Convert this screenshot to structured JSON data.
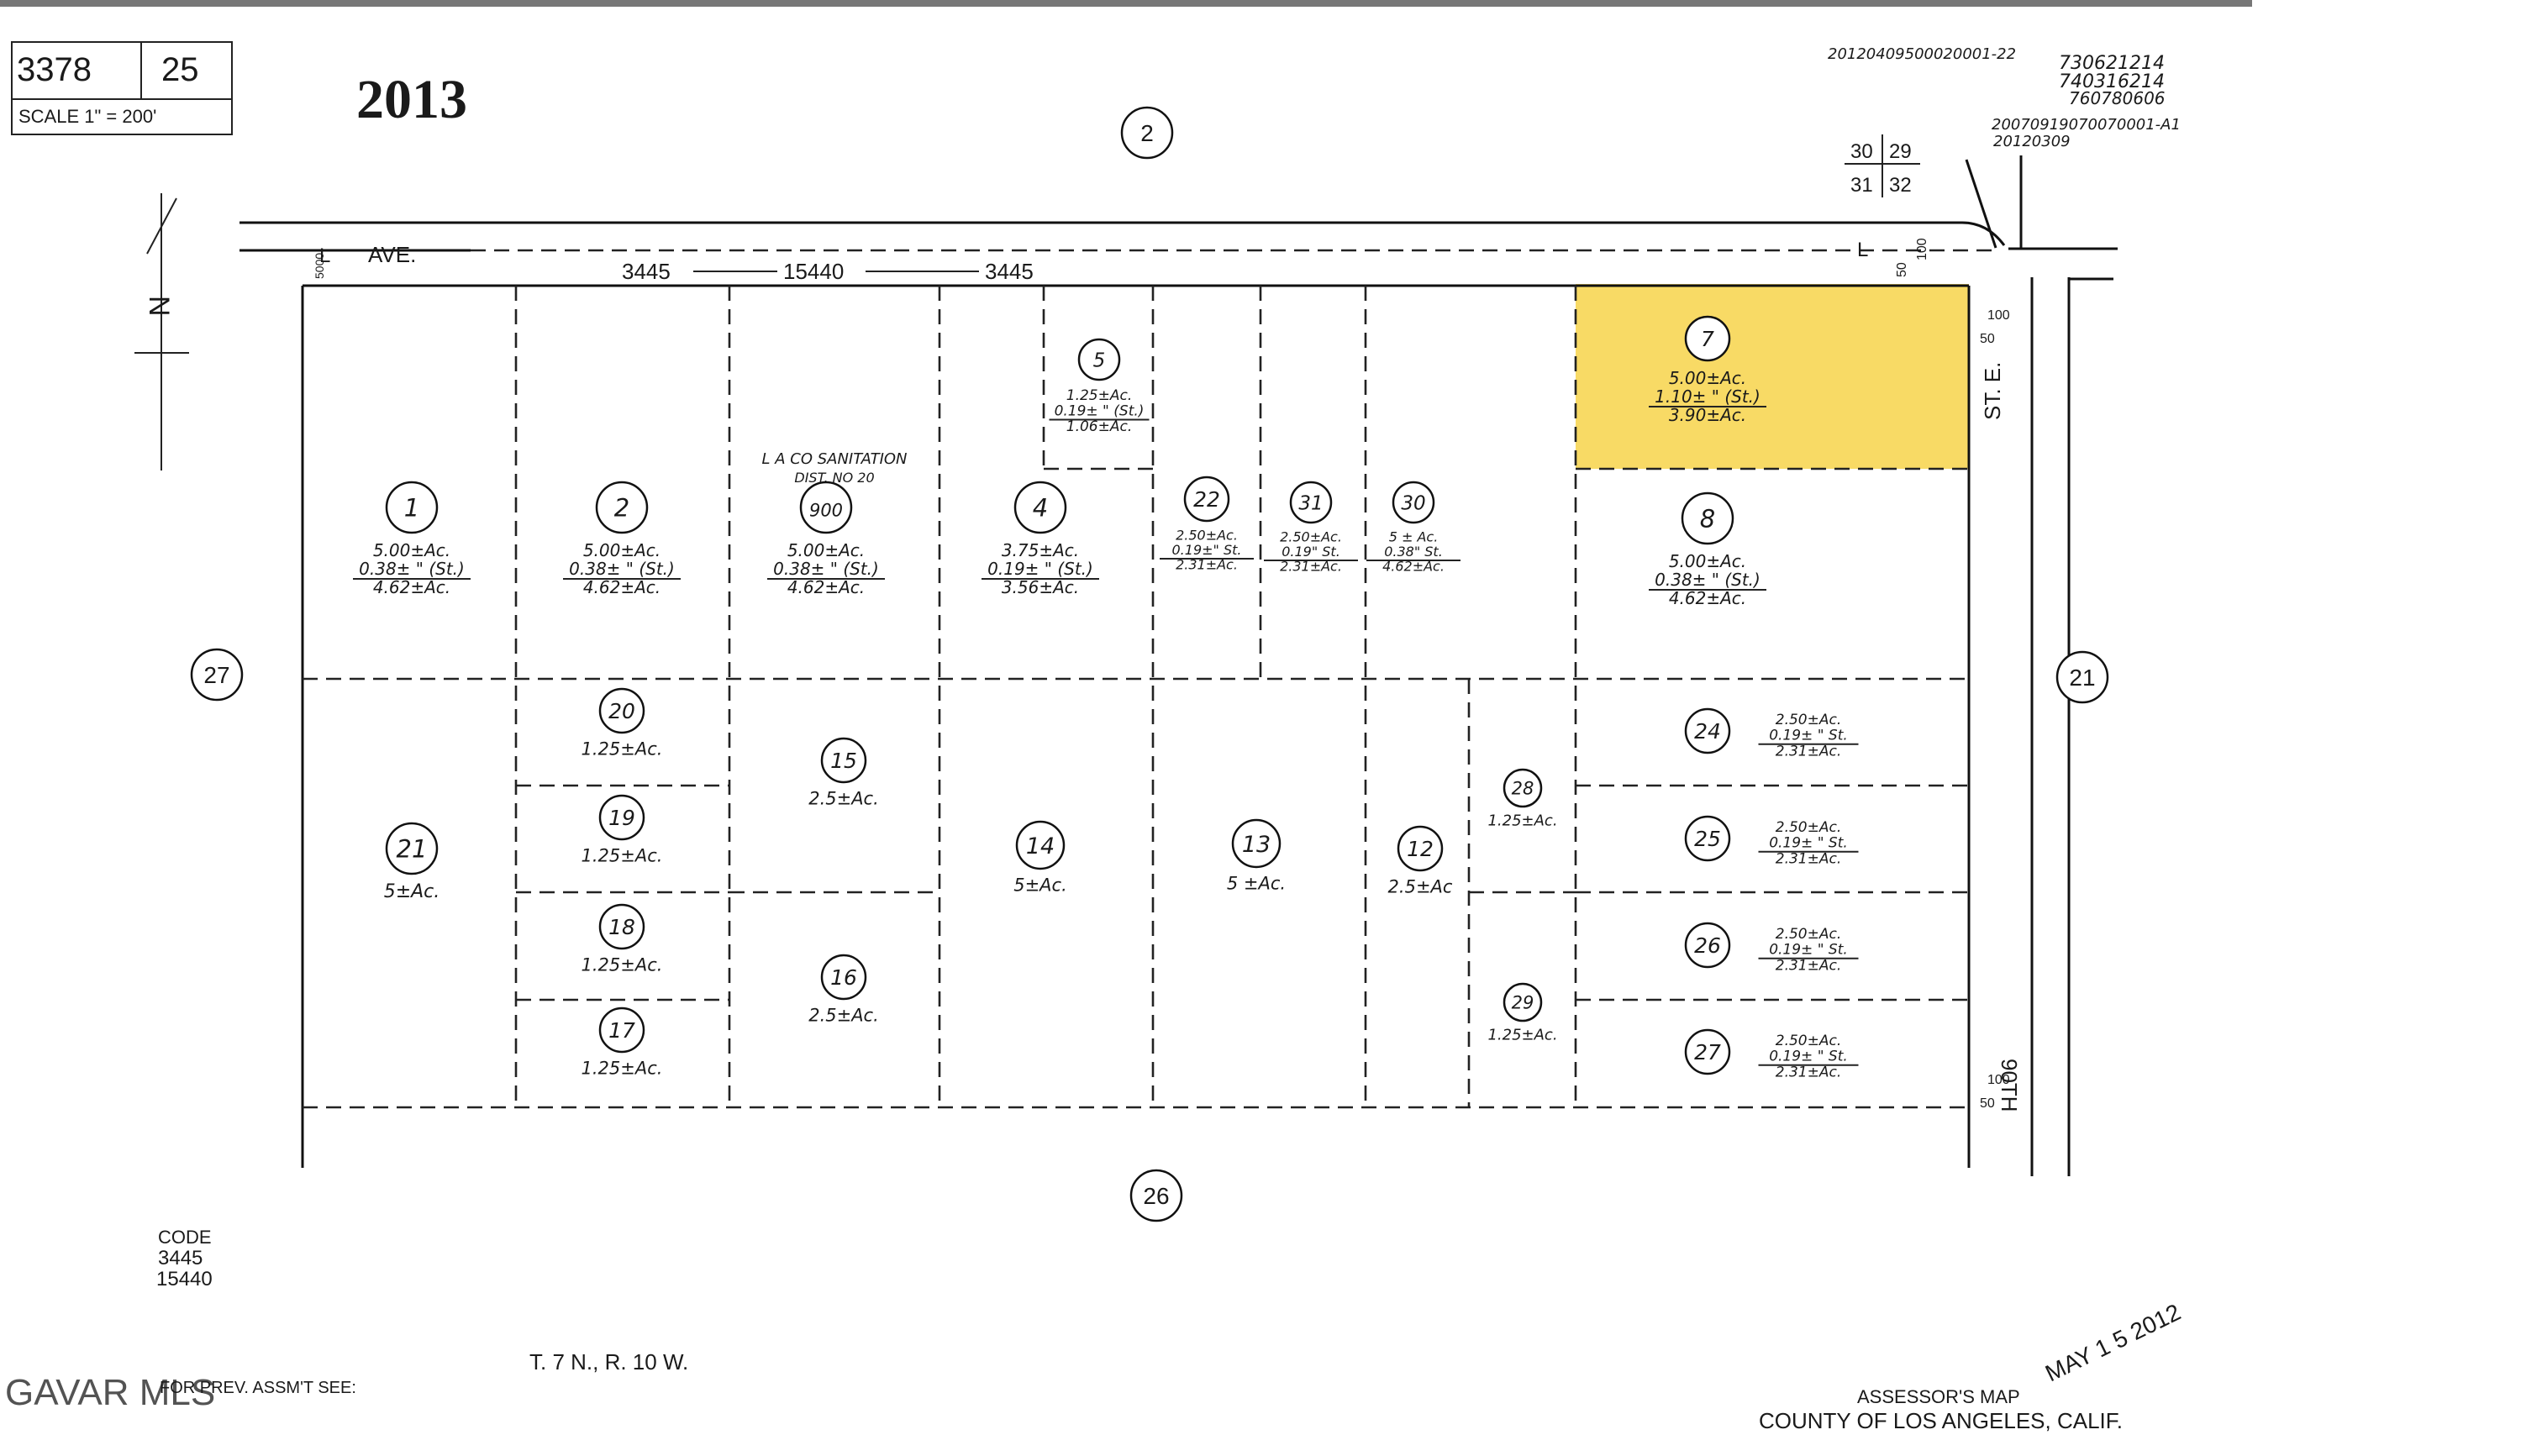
{
  "header": {
    "map_book": "3378",
    "page": "25",
    "scale": "SCALE 1\" = 200'",
    "year": "2013",
    "recorded_1": "20120409500020001-22",
    "recorded_2": "730621214",
    "recorded_3": "740316214",
    "recorded_4": "760780606",
    "recorded_5": "20070919070070001-A1",
    "recorded_6": "20120309"
  },
  "section_corner": {
    "nw": "30",
    "ne": "29",
    "sw": "31",
    "se": "32"
  },
  "roads": {
    "north": "AVE.",
    "north_prefix": "L",
    "north_codes": [
      "3445",
      "15440",
      "3445"
    ],
    "east_top": "ST. E.",
    "east_bottom": "90TH",
    "corner_letter": "L",
    "offset_50": "50",
    "offset_100": "100",
    "offset_5000": "5000"
  },
  "adjacent_pages": {
    "north": "2",
    "west": "27",
    "east": "21",
    "south": "26"
  },
  "parcels": [
    {
      "id": "1",
      "lines": [
        "5.00±Ac.",
        "0.38± \" (St.)",
        "4.62±Ac."
      ]
    },
    {
      "id": "2",
      "lines": [
        "5.00±Ac.",
        "0.38± \" (St.)",
        "4.62±Ac."
      ]
    },
    {
      "id": "900",
      "lines": [
        "5.00±Ac.",
        "0.38± \" (St.)",
        "4.62±Ac."
      ],
      "owner": "L A CO SANITATION",
      "owner2": "DIST. NO 20"
    },
    {
      "id": "4",
      "lines": [
        "3.75±Ac.",
        "0.19± \" (St.)",
        "3.56±Ac."
      ]
    },
    {
      "id": "5",
      "lines": [
        "1.25±Ac.",
        "0.19± \" (St.)",
        "1.06±Ac."
      ]
    },
    {
      "id": "22",
      "lines": [
        "2.50±Ac.",
        "0.19±\" St.",
        "2.31±Ac."
      ]
    },
    {
      "id": "31",
      "lines": [
        "2.50±Ac.",
        "0.19\" St.",
        "2.31±Ac."
      ]
    },
    {
      "id": "30",
      "lines": [
        "5 ± Ac.",
        "0.38\" St.",
        "4.62±Ac."
      ]
    },
    {
      "id": "7",
      "lines": [
        "5.00±Ac.",
        "1.10± \" (St.)",
        "3.90±Ac."
      ]
    },
    {
      "id": "8",
      "lines": [
        "5.00±Ac.",
        "0.38± \" (St.)",
        "4.62±Ac."
      ]
    },
    {
      "id": "21",
      "lines": [
        "5±Ac."
      ]
    },
    {
      "id": "20",
      "lines": [
        "1.25±Ac."
      ]
    },
    {
      "id": "19",
      "lines": [
        "1.25±Ac."
      ]
    },
    {
      "id": "18",
      "lines": [
        "1.25±Ac."
      ]
    },
    {
      "id": "17",
      "lines": [
        "1.25±Ac."
      ]
    },
    {
      "id": "15",
      "lines": [
        "2.5±Ac."
      ]
    },
    {
      "id": "16",
      "lines": [
        "2.5±Ac."
      ]
    },
    {
      "id": "14",
      "lines": [
        "5±Ac."
      ]
    },
    {
      "id": "13",
      "lines": [
        "5 ±Ac."
      ]
    },
    {
      "id": "12",
      "lines": [
        "2.5±Ac"
      ]
    },
    {
      "id": "28",
      "lines": [
        "1.25±Ac."
      ]
    },
    {
      "id": "29",
      "lines": [
        "1.25±Ac."
      ]
    },
    {
      "id": "24",
      "lines": [
        "2.50±Ac.",
        "0.19± \" St.",
        "2.31±Ac."
      ]
    },
    {
      "id": "25",
      "lines": [
        "2.50±Ac.",
        "0.19± \" St.",
        "2.31±Ac."
      ]
    },
    {
      "id": "26",
      "lines": [
        "2.50±Ac.",
        "0.19± \" St.",
        "2.31±Ac."
      ]
    },
    {
      "id": "27",
      "lines": [
        "2.50±Ac.",
        "0.19± \" St.",
        "2.31±Ac."
      ]
    }
  ],
  "footer": {
    "code_label": "CODE",
    "code_1": "3445",
    "code_2": "15440",
    "township": "T. 7 N., R. 10 W.",
    "prev_assmt": "FOR PREV. ASSM'T SEE:",
    "watermark": "GAVAR MLS",
    "stamp_date": "MAY 1 5 2012",
    "assessor": "ASSESSOR'S MAP",
    "county": "COUNTY OF LOS ANGELES, CALIF."
  },
  "highlight_color": "#f5cc2a"
}
